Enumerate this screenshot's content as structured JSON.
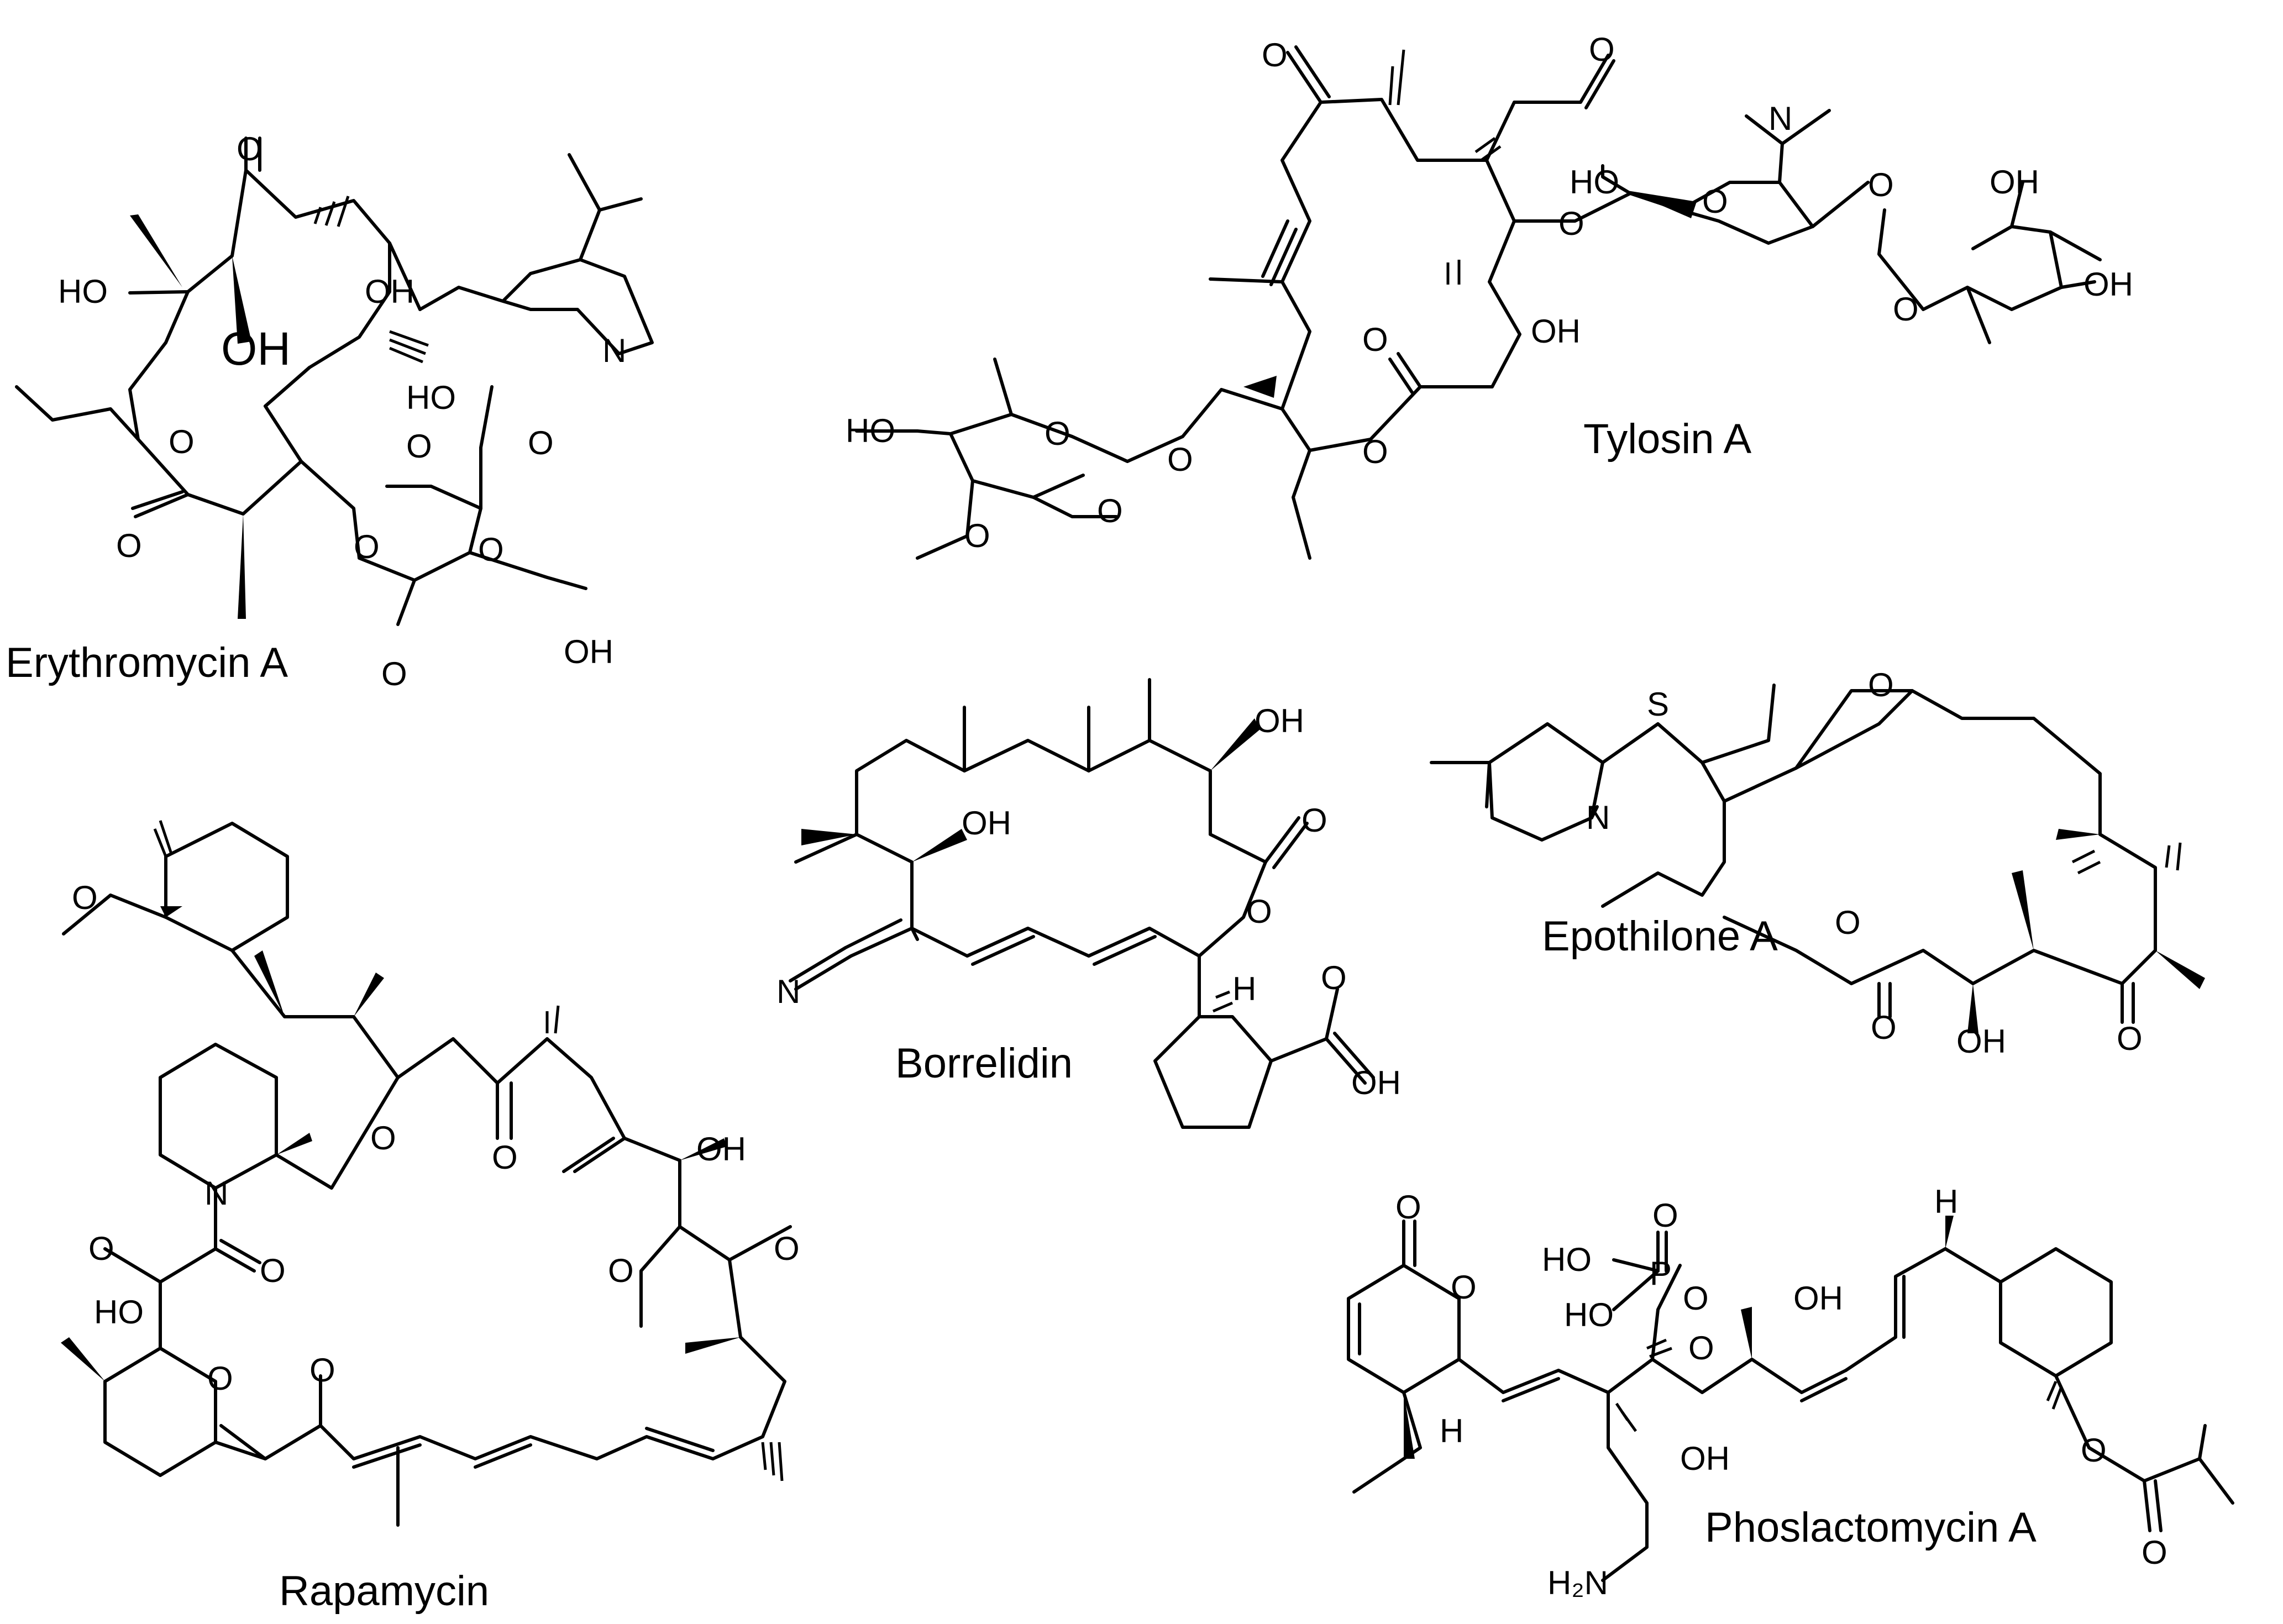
{
  "compounds": [
    {
      "id": "erythromycin",
      "name": "Erythromycin A"
    },
    {
      "id": "tylosin",
      "name": "Tylosin A"
    },
    {
      "id": "borrelidin",
      "name": "Borrelidin"
    },
    {
      "id": "epothilone",
      "name": "Epothilone A"
    },
    {
      "id": "rapamycin",
      "name": "Rapamycin"
    },
    {
      "id": "phoslactomycin",
      "name": "Phoslactomycin A"
    }
  ],
  "atom_labels": {
    "O": "O",
    "OH": "OH",
    "HO": "HO",
    "N": "N",
    "S": "S",
    "H": "H",
    "P": "P",
    "H2N": "H₂N",
    "OHlarge": "OH"
  }
}
